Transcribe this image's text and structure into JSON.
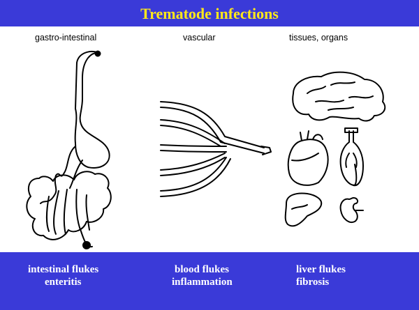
{
  "slide": {
    "title": "Trematode infections",
    "columns": [
      {
        "heading": "gastro-intestinal",
        "line1": "intestinal flukes",
        "line2": "enteritis"
      },
      {
        "heading": "vascular",
        "line1": "blood flukes",
        "line2": "inflammation"
      },
      {
        "heading": "tissues, organs",
        "line1": "liver flukes",
        "line2": "fibrosis"
      }
    ]
  }
}
